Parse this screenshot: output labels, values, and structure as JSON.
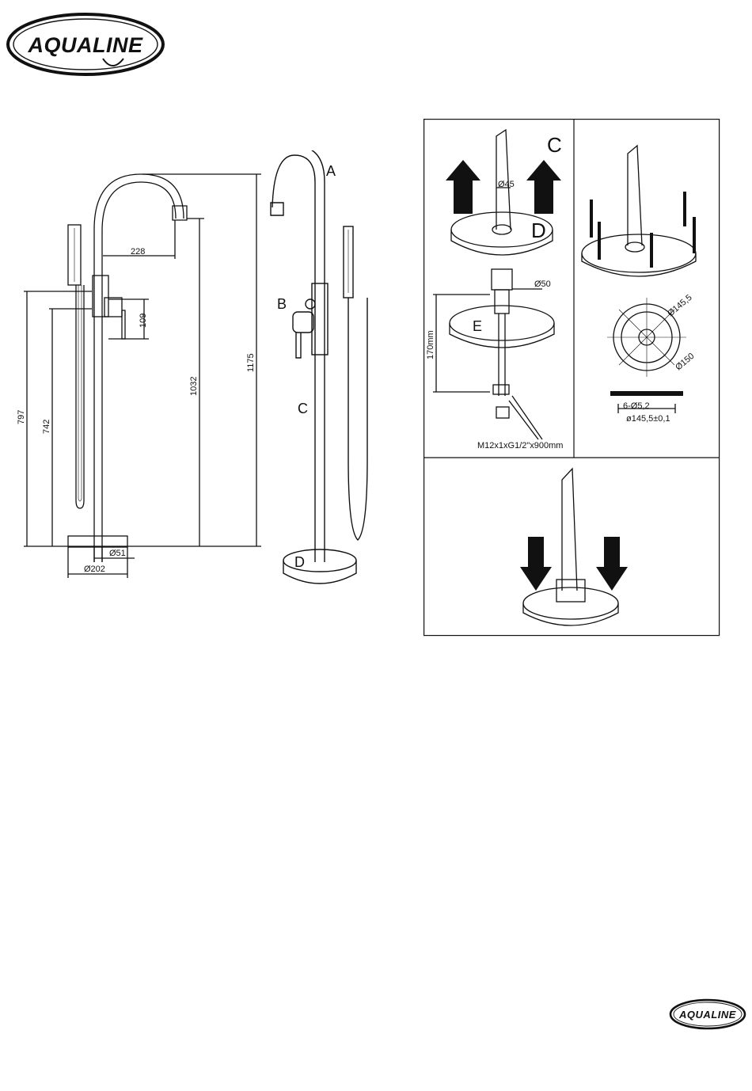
{
  "brand": {
    "logo_text": "AQUALINE"
  },
  "left_drawing": {
    "dimensions": {
      "spout_reach": "228",
      "mixer_height": "109",
      "spout_height": "1032",
      "total_height": "1175",
      "handshower_height": "797",
      "holder_height": "742",
      "tube_diameter": "Ø51",
      "base_diameter": "Ø202"
    }
  },
  "parts_drawing": {
    "labels": {
      "a": "A",
      "b": "B",
      "c": "C",
      "d": "D"
    }
  },
  "install_panel": {
    "labels": {
      "c": "C",
      "d": "D",
      "e": "E"
    },
    "dimensions": {
      "pipe_diameter": "Ø45",
      "nut_diameter": "Ø50",
      "height": "170mm",
      "hose": "M12x1xG1/2\"x900mm",
      "circle_a": "Ø145,5",
      "circle_b": "Ø150",
      "holes": "6-Ø5,2",
      "pitch": "ø145,5±0,1"
    }
  },
  "colors": {
    "ink": "#111111",
    "paper": "#ffffff"
  }
}
